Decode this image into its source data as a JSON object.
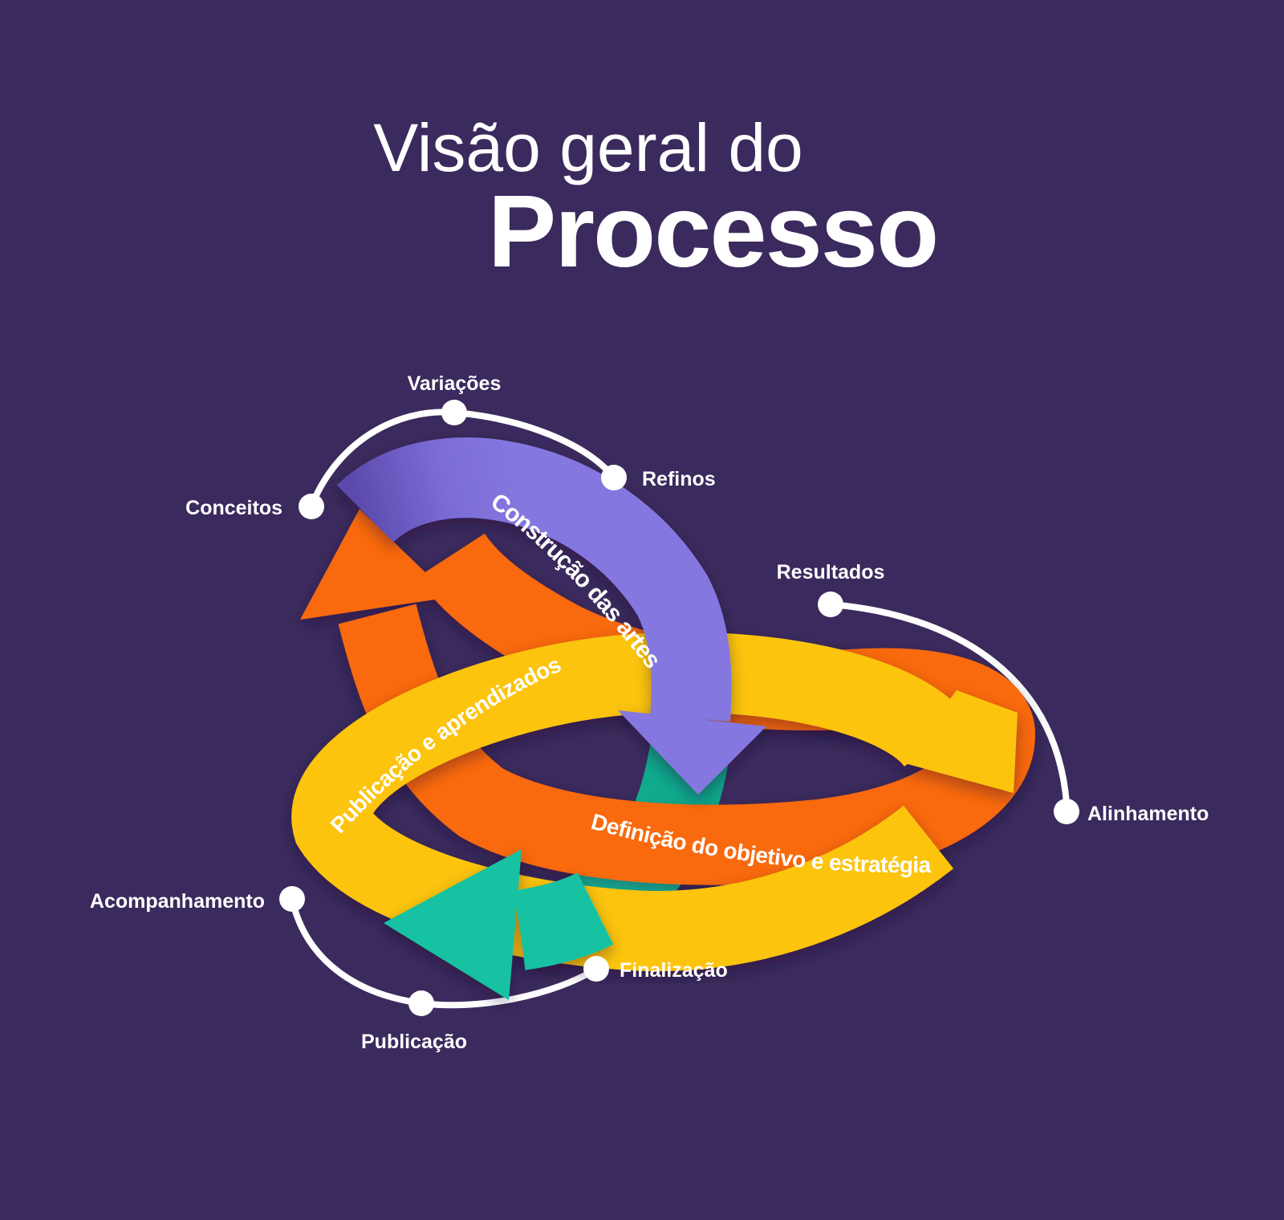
{
  "title": {
    "line1": "Visão geral do",
    "line2": "Processo"
  },
  "bands": {
    "construcao": {
      "label": "Construção das artes",
      "color": "#8577E0"
    },
    "publicacao_aprendizados": {
      "label": "Publicação e aprendizados",
      "color": "#FCC40D"
    },
    "definicao": {
      "label": "Definição do objetivo e estratégia",
      "color": "#F9690F"
    },
    "retorno": {
      "label": "",
      "color": "#16C2A2"
    }
  },
  "nodes": [
    {
      "id": "conceitos",
      "label": "Conceitos"
    },
    {
      "id": "variacoes",
      "label": "Variações"
    },
    {
      "id": "refinos",
      "label": "Refinos"
    },
    {
      "id": "resultados",
      "label": "Resultados"
    },
    {
      "id": "alinhamento",
      "label": "Alinhamento"
    },
    {
      "id": "acompanhamento",
      "label": "Acompanhamento"
    },
    {
      "id": "publicacao",
      "label": "Publicação"
    },
    {
      "id": "finalizacao",
      "label": "Finalização"
    }
  ],
  "colors": {
    "background": "#3B2A5D",
    "connector": "#FFFFFF",
    "label_text": "#FFFFFF",
    "purple_dark_end": "#5B4AAD",
    "teal_dark_end": "#0E9F86"
  }
}
